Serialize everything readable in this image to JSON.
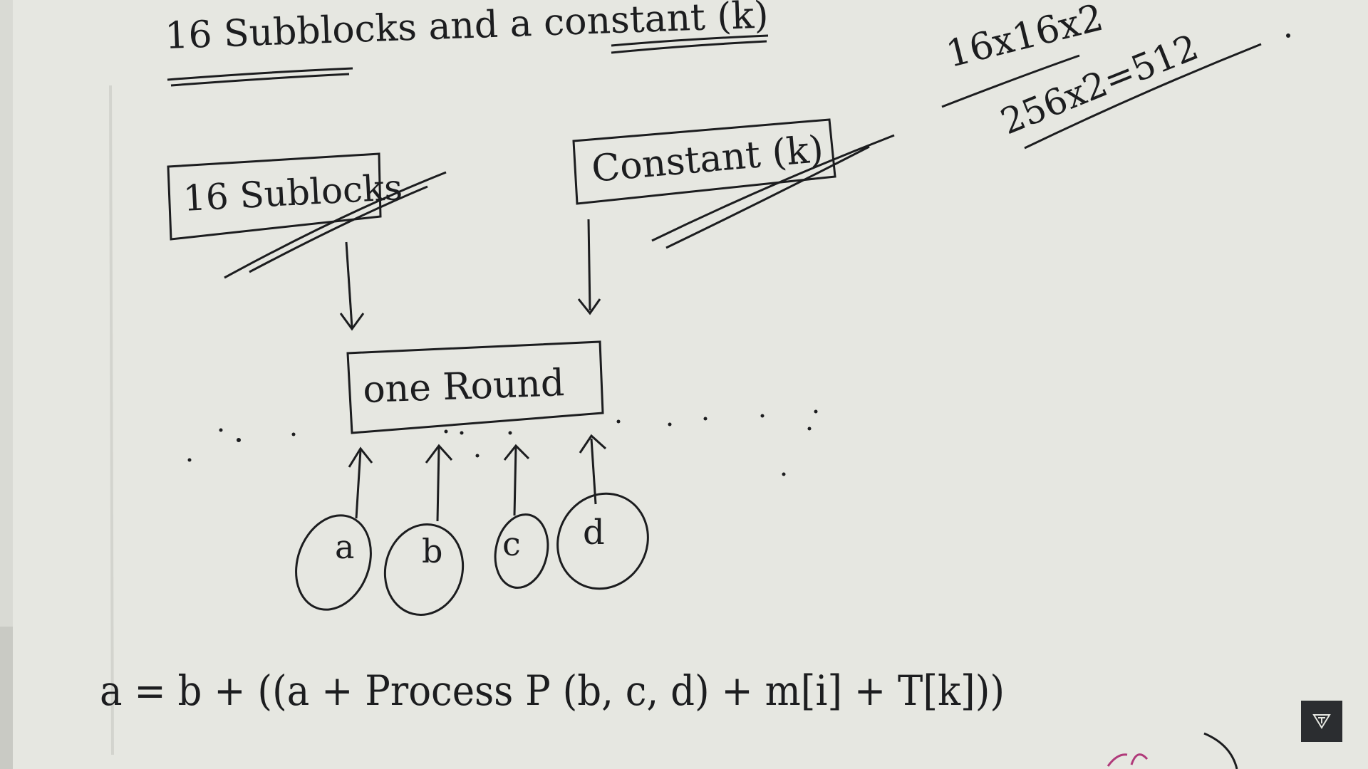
{
  "heading": "16 Subblocks and a constant (k)",
  "calc": {
    "line1": "16x16x2",
    "line2": "256x2=512"
  },
  "boxes": {
    "subblocks": "16 Sublocks",
    "constant": "Constant (k)",
    "round": "one Round"
  },
  "circles": [
    "a",
    "b",
    "c",
    "d"
  ],
  "formula": "a = b + ((a + Process P (b, c, d) + m[i] + T[k]))",
  "colors": {
    "paper": "#e6e7e1",
    "ink": "#1c1d1f",
    "watermark": "#2b2d30"
  }
}
